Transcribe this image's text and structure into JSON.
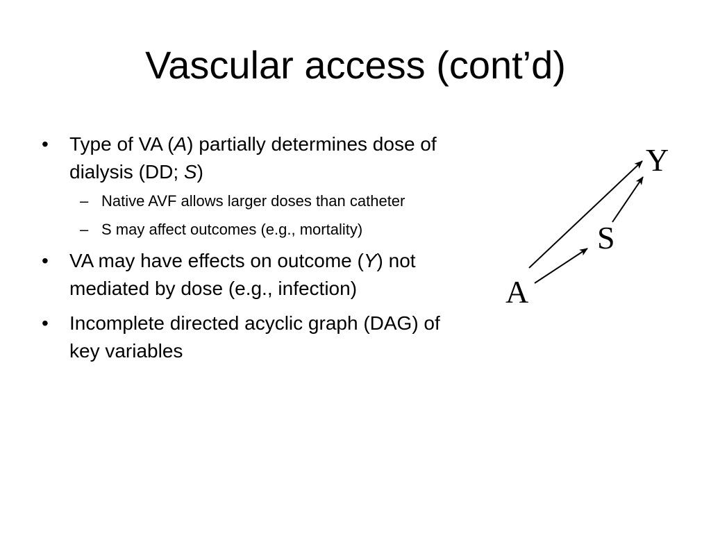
{
  "title": "Vascular access (cont’d)",
  "bullets": [
    {
      "marker": "•",
      "parts": [
        "Type of VA (",
        "A",
        ") partially determines dose of dialysis (DD; ",
        "S",
        ")"
      ],
      "subbullets": [
        {
          "marker": "–",
          "text": "Native AVF allows larger doses than catheter"
        },
        {
          "marker": "–",
          "text": "S may affect outcomes (e.g., mortality)"
        }
      ]
    },
    {
      "marker": "•",
      "parts": [
        "VA may have effects on outcome (",
        "Y",
        ") not mediated by dose (e.g., infection)"
      ]
    },
    {
      "marker": "•",
      "text": "Incomplete directed acyclic graph (DAG) of key variables"
    }
  ],
  "dag": {
    "nodes": {
      "a": "A",
      "s": "S",
      "y": "Y"
    },
    "edges": [
      "A → S",
      "S → Y",
      "A → Y"
    ]
  }
}
